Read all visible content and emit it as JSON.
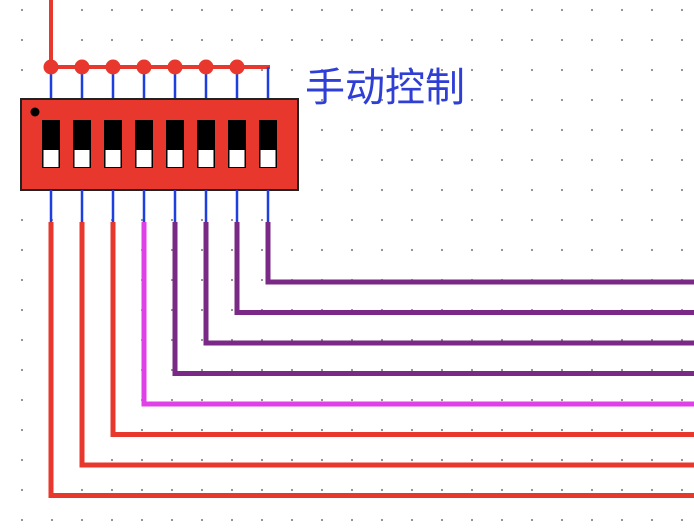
{
  "label": "手动控制",
  "colors": {
    "background": "#ffffff",
    "grid_dot": "#8a8a8a",
    "switch_body": "#e8372c",
    "switch_outline": "#222222",
    "switch_slot": "#000000",
    "switch_knob": "#ffffff",
    "pin": "#1e3fe0",
    "bus": "#e8372c",
    "wire_red": "#e8372c",
    "wire_magenta": "#e040e8",
    "wire_purple": "#7a2a86"
  },
  "dip_switch": {
    "positions": 8,
    "states": [
      "off",
      "off",
      "off",
      "off",
      "off",
      "off",
      "off",
      "off"
    ]
  },
  "wires": [
    {
      "index": 0,
      "color": "wire_red"
    },
    {
      "index": 1,
      "color": "wire_red"
    },
    {
      "index": 2,
      "color": "wire_red"
    },
    {
      "index": 3,
      "color": "wire_magenta"
    },
    {
      "index": 4,
      "color": "wire_purple"
    },
    {
      "index": 5,
      "color": "wire_purple"
    },
    {
      "index": 6,
      "color": "wire_purple"
    },
    {
      "index": 7,
      "color": "wire_purple"
    }
  ]
}
